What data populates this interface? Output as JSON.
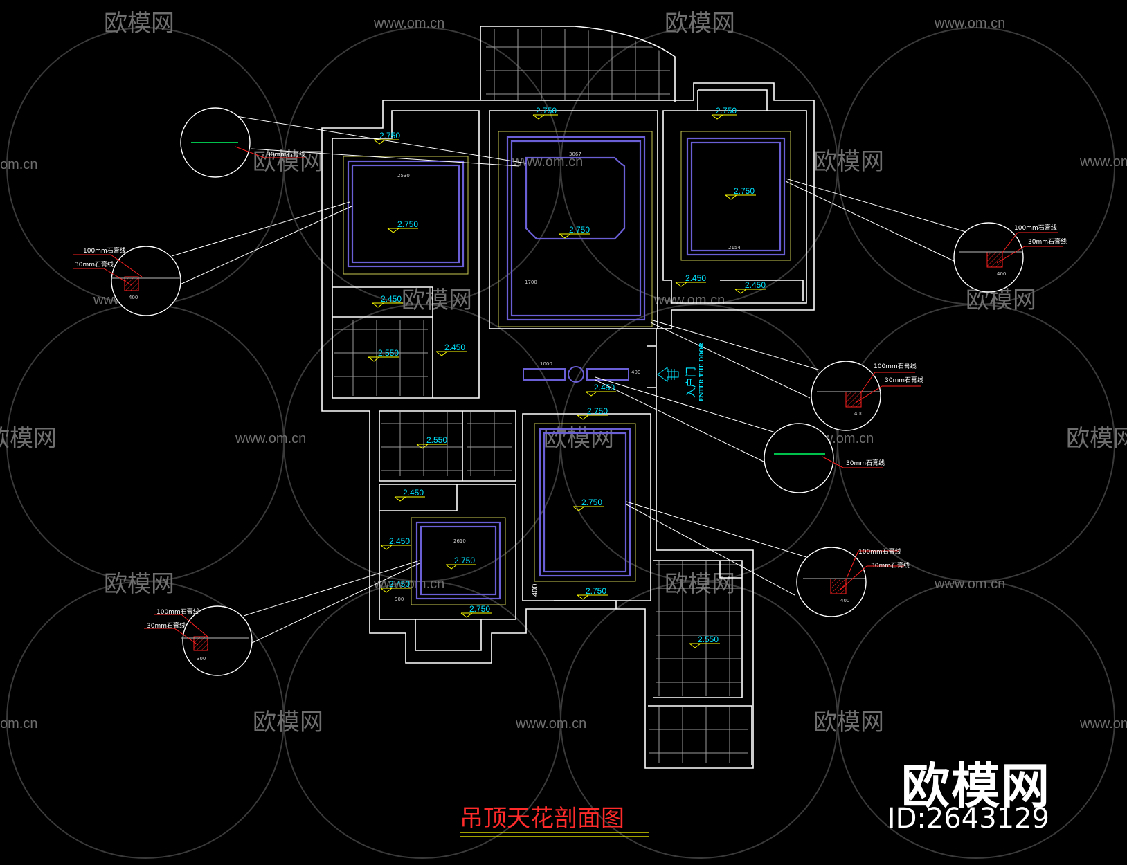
{
  "title": "吊顶天花剖面图",
  "watermark": {
    "brand": "欧模网",
    "url": "www.om.cn",
    "url_partial": "om.cn",
    "brand_partial": "欧模网"
  },
  "corner_brand": {
    "name": "欧模网",
    "id": "ID:2643129"
  },
  "entrance": {
    "cn": "入户门",
    "en": "ENTER THE DOOR"
  },
  "levels": {
    "l2750": "2.750",
    "l2450": "2.450",
    "l2550": "2.550"
  },
  "callouts": {
    "gypsum100": "100mm石膏线",
    "gypsum30": "30mm石膏线"
  },
  "dims": {
    "d400": "400",
    "d300": "300",
    "d900": "900",
    "d1000": "1000",
    "d2530": "2530",
    "d2610": "2610",
    "d2154": "2154",
    "d3067": "3067",
    "d1700": "1700"
  },
  "colors": {
    "wall": "#ffffff",
    "ceiling": "#6b5fd6",
    "level": "#00e5ff",
    "marker": "#ffff00",
    "title": "#ff2a2a",
    "callout": "#ff2020",
    "hatch": "#00ff66",
    "watermark": "#6e6e6e"
  }
}
